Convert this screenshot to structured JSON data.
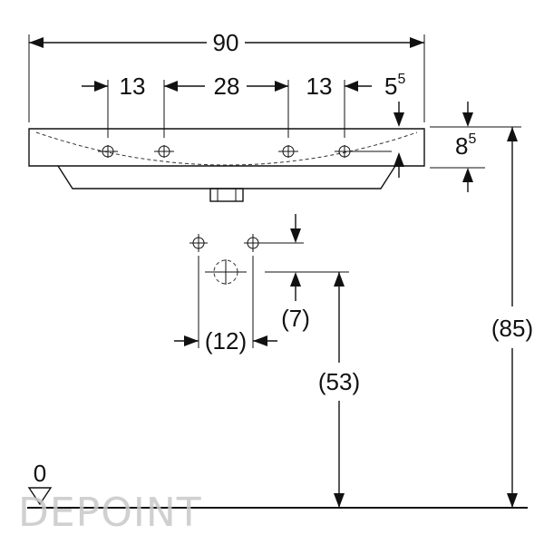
{
  "diagram": {
    "overall_width": "90",
    "tap_spacing_left": "13",
    "tap_spacing_middle": "28",
    "tap_spacing_right": "13",
    "edge_offset": {
      "base": "5",
      "sup": "5"
    },
    "basin_thickness": {
      "base": "8",
      "sup": "5"
    },
    "waste_offset": "(7)",
    "waste_spacing": "(12)",
    "waste_height": "(53)",
    "total_height": "(85)",
    "floor_level": "0"
  },
  "watermark": {
    "text": "DEPOINT",
    "colors": {
      "accent": "#f2c6c6",
      "main": "#bdbdbd"
    }
  }
}
